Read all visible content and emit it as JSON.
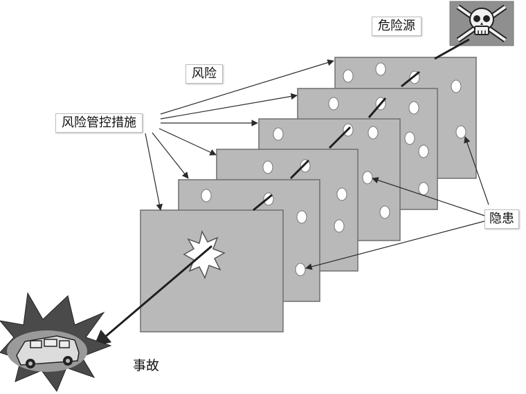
{
  "labels": {
    "hazard_source": "危险源",
    "risk": "风险",
    "risk_control_measures": "风险管控措施",
    "hidden_danger": "隐患",
    "accident": "事故"
  },
  "colors": {
    "layer_fill": "#b9b9b9",
    "layer_stroke": "#6e6e6e",
    "hole_fill": "#ffffff",
    "arrow": "#2a2a2a",
    "skull_bg": "#8f8f8f"
  },
  "icons": [
    "skull-crossbones-icon",
    "explosion-icon",
    "car-crash-icon"
  ],
  "layers": 6
}
